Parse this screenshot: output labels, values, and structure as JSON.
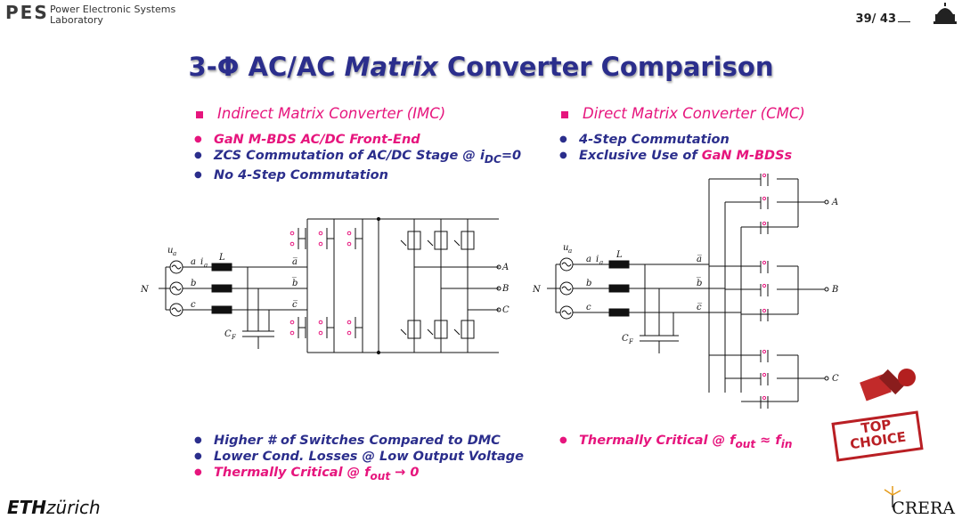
{
  "header": {
    "logo_mark": "PES",
    "lab_line1": "Power Electronic Systems",
    "lab_line2": "Laboratory",
    "page_current": "39",
    "page_total": "43"
  },
  "title": {
    "prefix": "3-Φ AC/AC ",
    "italic": "Matrix",
    "suffix": " Converter Comparison"
  },
  "left": {
    "heading": "Indirect Matrix Converter (IMC)",
    "bullets_top": [
      {
        "pink": "GaN M-BDS",
        "rest": " AC/DC Front-End"
      },
      {
        "pink": "",
        "rest": "ZCS Commutation of AC/DC Stage @ i",
        "sub": "DC",
        "tail": "=0"
      },
      {
        "pink": "",
        "rest": "No 4-Step Commutation"
      }
    ],
    "bullets_bottom": [
      "Higher # of Switches Compared to DMC",
      "Lower Cond. Losses @ Low Output Voltage"
    ],
    "bullet_pink_bottom": {
      "text": "Thermally Critical @ f",
      "sub": "out",
      "tail": " → 0"
    }
  },
  "right": {
    "heading": "Direct Matrix Converter (CMC)",
    "bullets_top": [
      {
        "pink": "",
        "rest": "4-Step Commutation"
      },
      {
        "pink": "GaN M-BDSs",
        "prefix": "Exclusive Use of "
      }
    ],
    "bullet_pink_bottom": {
      "text": "Thermally Critical @ f",
      "sub": "out",
      "mid": " ≈ f",
      "sub2": "in"
    }
  },
  "diagram_labels": {
    "ua": "u",
    "ua_sub": "a",
    "ia": "i",
    "ia_sub": "a",
    "L": "L",
    "N": "N",
    "phase_a": "a",
    "phase_b": "b",
    "phase_c": "c",
    "abar": "a̅",
    "bbar": "b̅",
    "cbar": "c̅",
    "CF": "C",
    "CF_sub": "F",
    "out_A": "A",
    "out_B": "B",
    "out_C": "C"
  },
  "stamp": {
    "line1": "TOP",
    "line2": "CHOICE"
  },
  "footer": {
    "eth_bold": "ETH",
    "eth_rest": "zürich",
    "crera": "CRERA"
  },
  "colors": {
    "title": "#2b2e8c",
    "accent": "#e6157d",
    "stamp": "#b91f24"
  }
}
